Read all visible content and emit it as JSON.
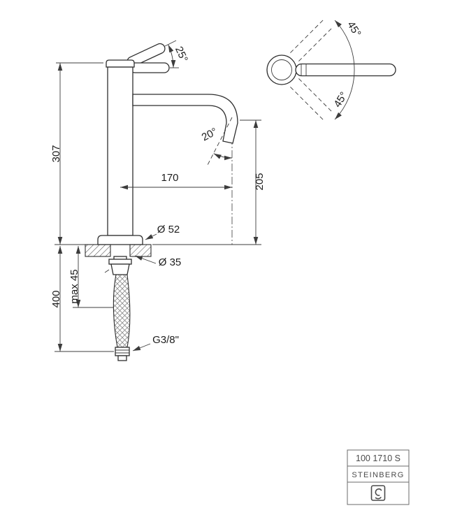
{
  "drawing": {
    "type": "faucet technical dimension drawing"
  },
  "dims": {
    "height": "307",
    "reach": "170",
    "outlet_height": "205",
    "base_diameter": "Ø 52",
    "hole_diameter": "Ø 35",
    "max_thickness": "max 45",
    "hose_length": "400",
    "connection": "G3/8\""
  },
  "angles": {
    "handle": "25°",
    "spout": "20°",
    "swivel_up": "45°",
    "swivel_down": "45°"
  },
  "title_block": {
    "model": "100 1710 S",
    "brand": "STEINBERG"
  },
  "colors": {
    "line": "#2e2e2e",
    "dim_line": "#3c3c3c",
    "text": "#1d1d1d",
    "background": "#ffffff"
  }
}
